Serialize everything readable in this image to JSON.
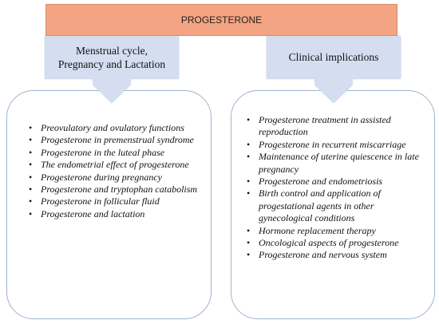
{
  "title": "PROGESTERONE",
  "branches": [
    {
      "label": "Menstrual cycle,\nPregnancy and Lactation",
      "items": [
        "Preovulatory and ovulatory functions",
        "Progesterone in premenstrual syndrome",
        "Progesterone in the luteal phase",
        "The endometrial effect of progesterone",
        "Progesterone during pregnancy",
        "Progesterone and tryptophan catabolism",
        "Progesterone in follicular fluid",
        "Progesterone and lactation"
      ]
    },
    {
      "label": "Clinical implications",
      "items": [
        "Progesterone treatment in assisted reproduction",
        "Progesterone in recurrent miscarriage",
        "Maintenance of uterine quiescence in late pregnancy",
        "Progesterone and endometriosis",
        "Birth control and application of progestational agents in other gynecological conditions",
        "Hormone replacement therapy",
        "Oncological aspects of progesterone",
        "Progesterone and nervous system"
      ]
    }
  ],
  "colors": {
    "banner": "#f4a482",
    "arrow": "#d4def0",
    "panel_border": "#9fb3ce"
  }
}
